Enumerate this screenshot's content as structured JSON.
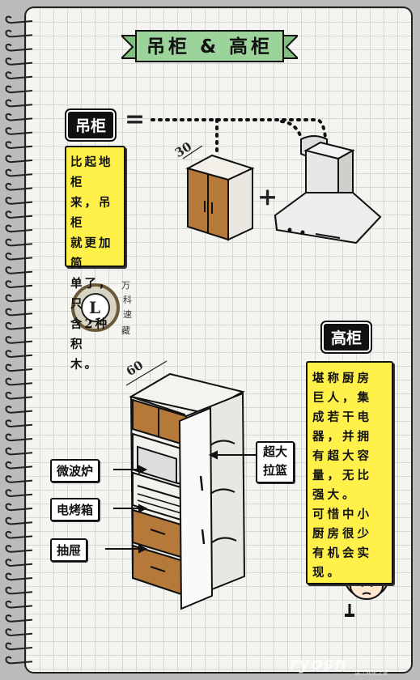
{
  "title": "吊柜 & 高柜",
  "wall_cabinet": {
    "label": "吊柜",
    "equals": "=",
    "plus": "+",
    "depth": "30",
    "note_lines": [
      "比起地柜",
      "来，吊柜",
      "就更加简",
      "单了，只",
      "含2种积",
      "木。"
    ]
  },
  "stamp": {
    "letter": "L",
    "chars": [
      "万",
      "科",
      "速",
      "藏"
    ]
  },
  "tall_cabinet": {
    "label": "高柜",
    "depth": "60",
    "note_lines": [
      "堪称厨房",
      "巨人，集",
      "成若干电",
      "器，并拥",
      "有超大容",
      "量，无比",
      "强大。",
      "可惜中小",
      "厨房很少",
      "有机会实",
      "现。"
    ],
    "callouts": [
      "微波炉",
      "电烤箱",
      "抽屉"
    ],
    "basket_lines": [
      "超大",
      "拉篮"
    ]
  },
  "watermark": {
    "brand": "ryosn",
    "sub": "瑞江网家之家"
  },
  "colors": {
    "note_yellow": "#fff14a",
    "banner_green": "#9bd39b",
    "wood": "#b5793a",
    "label_black": "#111111"
  }
}
